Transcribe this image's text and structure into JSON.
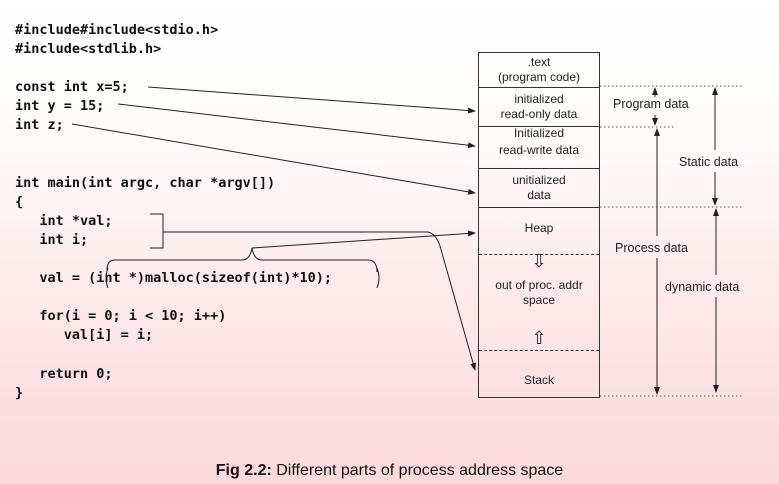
{
  "code": {
    "line1": "#include#include<stdio.h>",
    "line2": "#include<stdlib.h>",
    "line3": "const int x=5;",
    "line4": "int y = 15;",
    "line5": "int z;",
    "line6": "int main(int argc, char *argv[])",
    "line7": "{",
    "line8": "   int *val;",
    "line9": "   int i;",
    "line10": "   val = (int *)malloc(sizeof(int)*10);",
    "line11": "   for(i = 0; i < 10; i++)",
    "line12": "      val[i] = i;",
    "line13": "   return 0;",
    "line14": "}"
  },
  "segments": {
    "text_line1": ".text",
    "text_line2": "(program code)",
    "ro_line1": "initialized",
    "ro_line2": "read-only data",
    "rw_line1": "Initialized",
    "rw_line2": "read-write data",
    "uninit_line1": "unitialized",
    "uninit_line2": "data",
    "heap": "Heap",
    "free_line1": "out of proc. addr",
    "free_line2": "space",
    "stack": "Stack",
    "down_arrow": "⇩",
    "up_arrow": "⇧"
  },
  "labels": {
    "program_data": "Program data",
    "static_data": "Static data",
    "process_data": "Process data",
    "dynamic_data": "dynamic data"
  },
  "caption": {
    "bold": "Fig 2.2:",
    "text": " Different parts of process address space"
  }
}
